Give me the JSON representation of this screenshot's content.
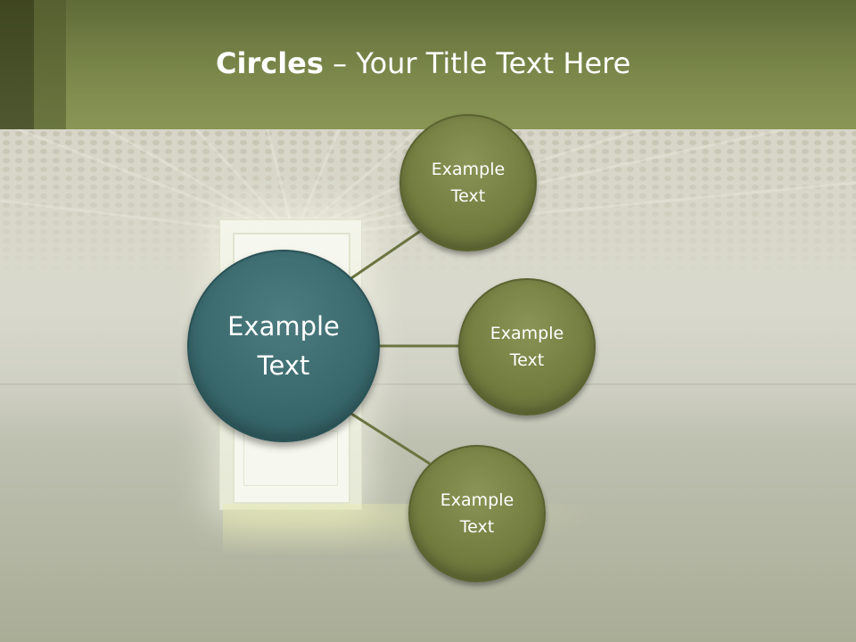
{
  "title": {
    "bold": "Circles",
    "rest": " – Your Title Text Here"
  },
  "diagram": {
    "center": {
      "label": "Example Text"
    },
    "nodes": [
      {
        "label": "Example Text"
      },
      {
        "label": "Example Text"
      },
      {
        "label": "Example Text"
      }
    ]
  },
  "colors": {
    "header": "#7a874a",
    "center_circle": "#3a6a6e",
    "node_circle": "#727c3f",
    "connector": "#6b7440"
  }
}
